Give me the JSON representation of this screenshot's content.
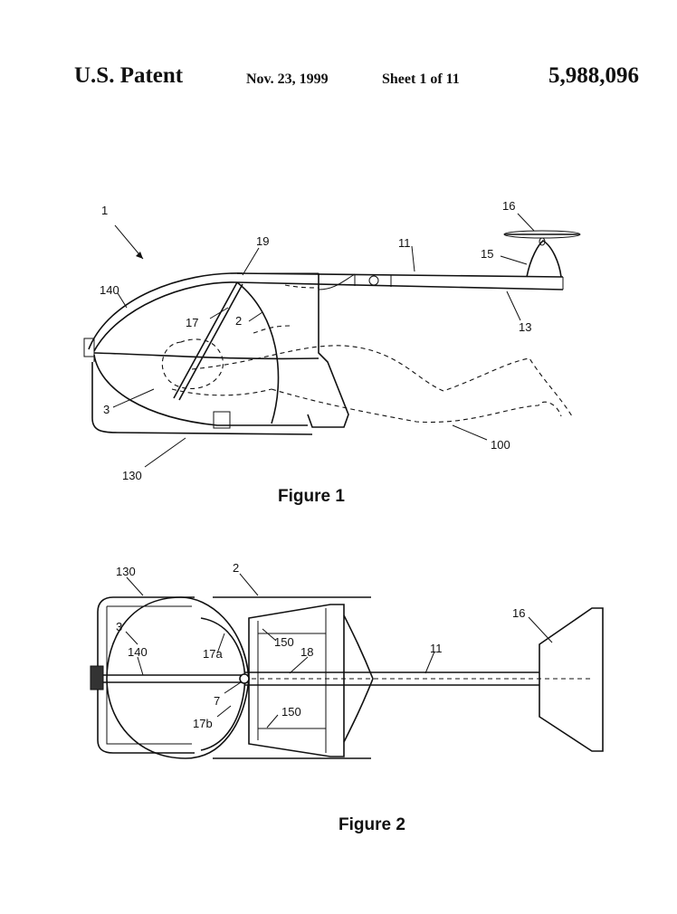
{
  "header": {
    "patent_label": "U.S. Patent",
    "date": "Nov. 23, 1999",
    "sheet": "Sheet 1 of 11",
    "patent_number": "5,988,096"
  },
  "figure1": {
    "caption": "Figure 1",
    "labels": {
      "l1": "1",
      "l16": "16",
      "l19": "19",
      "l11": "11",
      "l15": "15",
      "l140": "140",
      "l2": "2",
      "l17": "17",
      "l13": "13",
      "l3": "3",
      "l100": "100",
      "l130": "130"
    }
  },
  "figure2": {
    "caption": "Figure 2",
    "labels": {
      "l130": "130",
      "l2": "2",
      "l16": "16",
      "l3": "3",
      "l150a": "150",
      "l140": "140",
      "l17a": "17a",
      "l18": "18",
      "l11": "11",
      "l7": "7",
      "l17b": "17b",
      "l150b": "150"
    }
  }
}
